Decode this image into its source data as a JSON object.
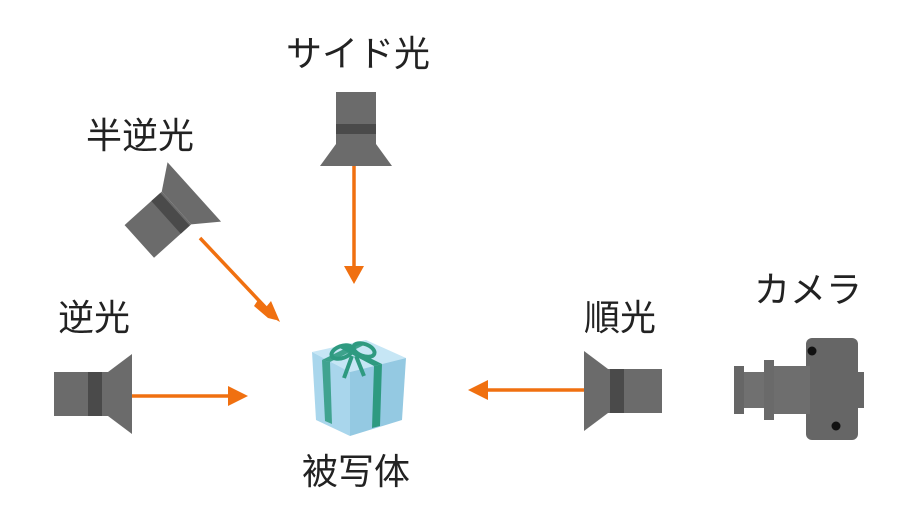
{
  "labels": {
    "side_light": "サイド光",
    "half_back_light": "半逆光",
    "back_light": "逆光",
    "front_light": "順光",
    "camera": "カメラ",
    "subject": "被写体"
  },
  "colors": {
    "light_body": "#6b6b6b",
    "light_band": "#4a4a4a",
    "arrow": "#f07010",
    "gift_box": "#a9d6ec",
    "ribbon": "#2e9a80",
    "camera_body": "#666666",
    "camera_dots": "#111111",
    "background": "#ffffff"
  },
  "icons": {
    "light": "studio-light-icon",
    "subject": "gift-box-icon",
    "camera": "camera-icon"
  }
}
